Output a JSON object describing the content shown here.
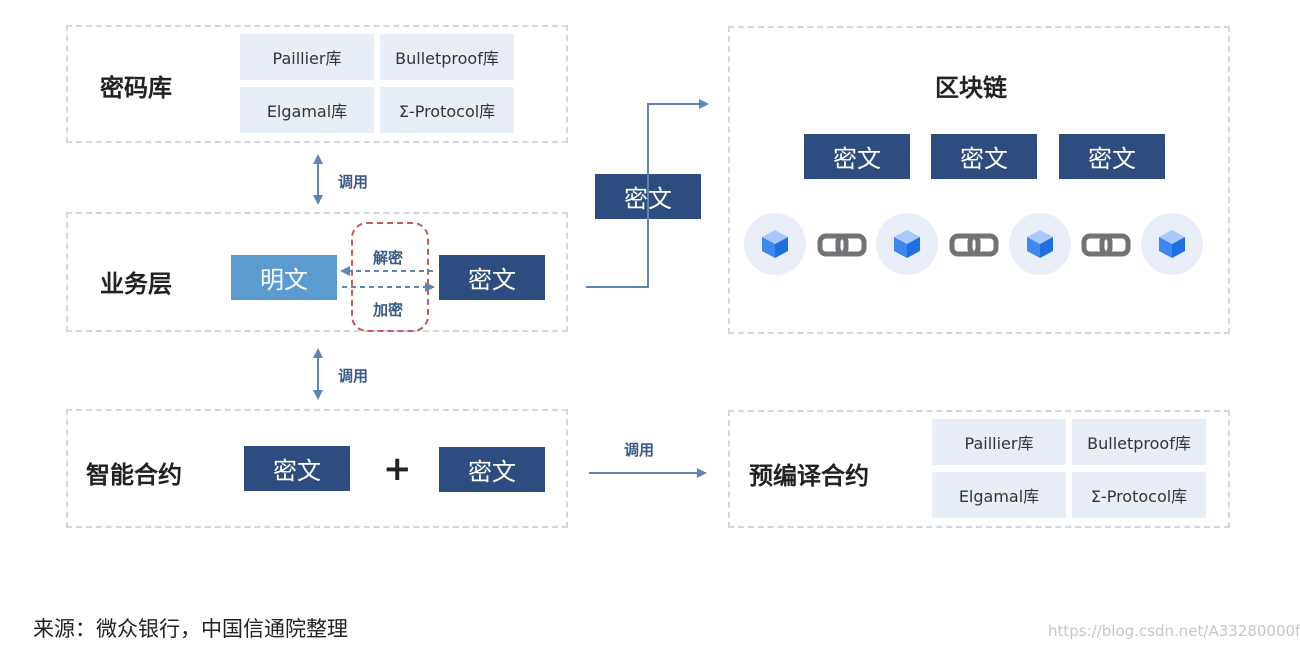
{
  "crypto_library": {
    "title": "密码库",
    "libs": [
      "Paillier库",
      "Bulletproof库",
      "Elgamal库",
      "Σ-Protocol库"
    ]
  },
  "calls": {
    "upper": "调用",
    "lower": "调用",
    "right": "调用"
  },
  "business_layer": {
    "title": "业务层",
    "plaintext": "明文",
    "ciphertext": "密文",
    "decrypt": "解密",
    "encrypt": "加密"
  },
  "transfer_cipher": "密文",
  "blockchain": {
    "title": "区块链",
    "ciphers": [
      "密文",
      "密文",
      "密文"
    ],
    "blocks": [
      "cube-icon",
      "cube-icon",
      "cube-icon",
      "cube-icon"
    ],
    "links": [
      "chain-link-icon",
      "chain-link-icon",
      "chain-link-icon"
    ]
  },
  "smart_contract": {
    "title": "智能合约",
    "cipher_left": "密文",
    "plus": "+",
    "cipher_right": "密文"
  },
  "precompiled_contract": {
    "title": "预编译合约",
    "libs": [
      "Paillier库",
      "Bulletproof库",
      "Elgamal库",
      "Σ-Protocol库"
    ]
  },
  "source": "来源：微众银行，中国信通院整理",
  "watermark": "https://blog.csdn.net/A33280000f",
  "colors": {
    "cipher": "#2d4c80",
    "plaintext": "#5b9bd0",
    "lib_bg": "#e8eef8",
    "arrow": "#5f86b3",
    "panel_border": "#d4d6e4",
    "oval": "#c9595a"
  }
}
